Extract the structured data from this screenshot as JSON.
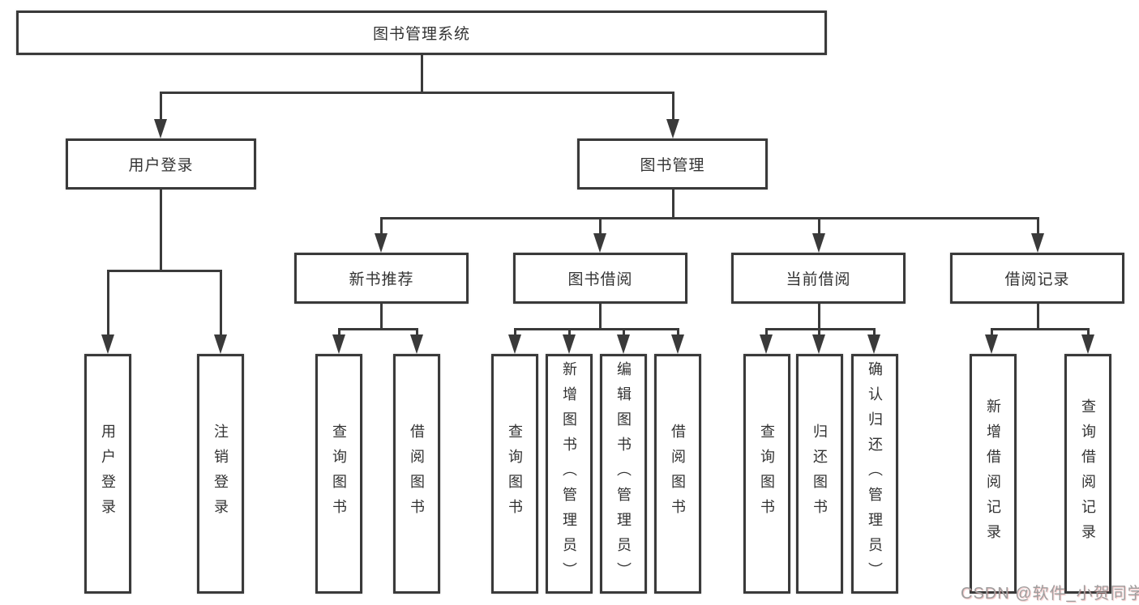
{
  "tree": {
    "root": {
      "label": "图书管理系统"
    },
    "children": [
      {
        "label": "用户登录",
        "children": [
          {
            "label": "用户登录"
          },
          {
            "label": "注销登录"
          }
        ]
      },
      {
        "label": "图书管理",
        "children": [
          {
            "label": "新书推荐",
            "children": [
              {
                "label": "查询图书"
              },
              {
                "label": "借阅图书"
              }
            ]
          },
          {
            "label": "图书借阅",
            "children": [
              {
                "label": "查询图书"
              },
              {
                "label": "新增图书（管理员）"
              },
              {
                "label": "编辑图书（管理员）"
              },
              {
                "label": "借阅图书"
              }
            ]
          },
          {
            "label": "当前借阅",
            "children": [
              {
                "label": "查询图书"
              },
              {
                "label": "归还图书"
              },
              {
                "label": "确认归还（管理员）"
              }
            ]
          },
          {
            "label": "借阅记录",
            "children": [
              {
                "label": "新增借阅记录"
              },
              {
                "label": "查询借阅记录"
              }
            ]
          }
        ]
      }
    ]
  },
  "watermark": {
    "text": "CSDN @软件_小贺同学"
  },
  "colors": {
    "line": "#3a3a3a",
    "text": "#333333",
    "background": "#ffffff",
    "watermark": "#9e9e9e"
  }
}
